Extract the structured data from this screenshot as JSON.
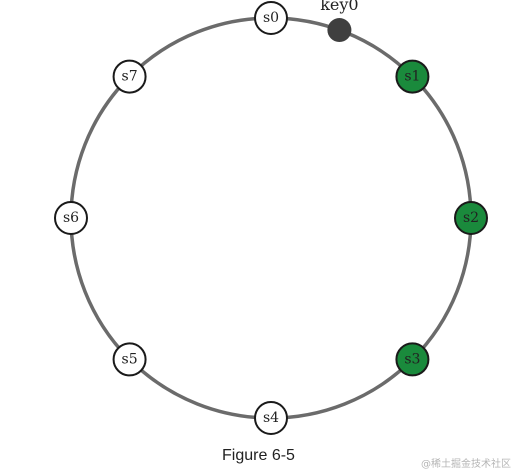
{
  "colors": {
    "ring": "#6b6b6b",
    "server_default_fill": "#ffffff",
    "server_highlight_fill": "#1a8a3c",
    "key_fill": "#3f3f3f",
    "stroke": "#1a1a1a"
  },
  "servers": [
    {
      "label": "s0",
      "highlighted": false
    },
    {
      "label": "s1",
      "highlighted": true
    },
    {
      "label": "s2",
      "highlighted": true
    },
    {
      "label": "s3",
      "highlighted": true
    },
    {
      "label": "s4",
      "highlighted": false
    },
    {
      "label": "s5",
      "highlighted": false
    },
    {
      "label": "s6",
      "highlighted": false
    },
    {
      "label": "s7",
      "highlighted": false
    }
  ],
  "key": {
    "label": "key0"
  },
  "caption": "Figure 6-5",
  "watermark": "@稀土掘金技术社区"
}
